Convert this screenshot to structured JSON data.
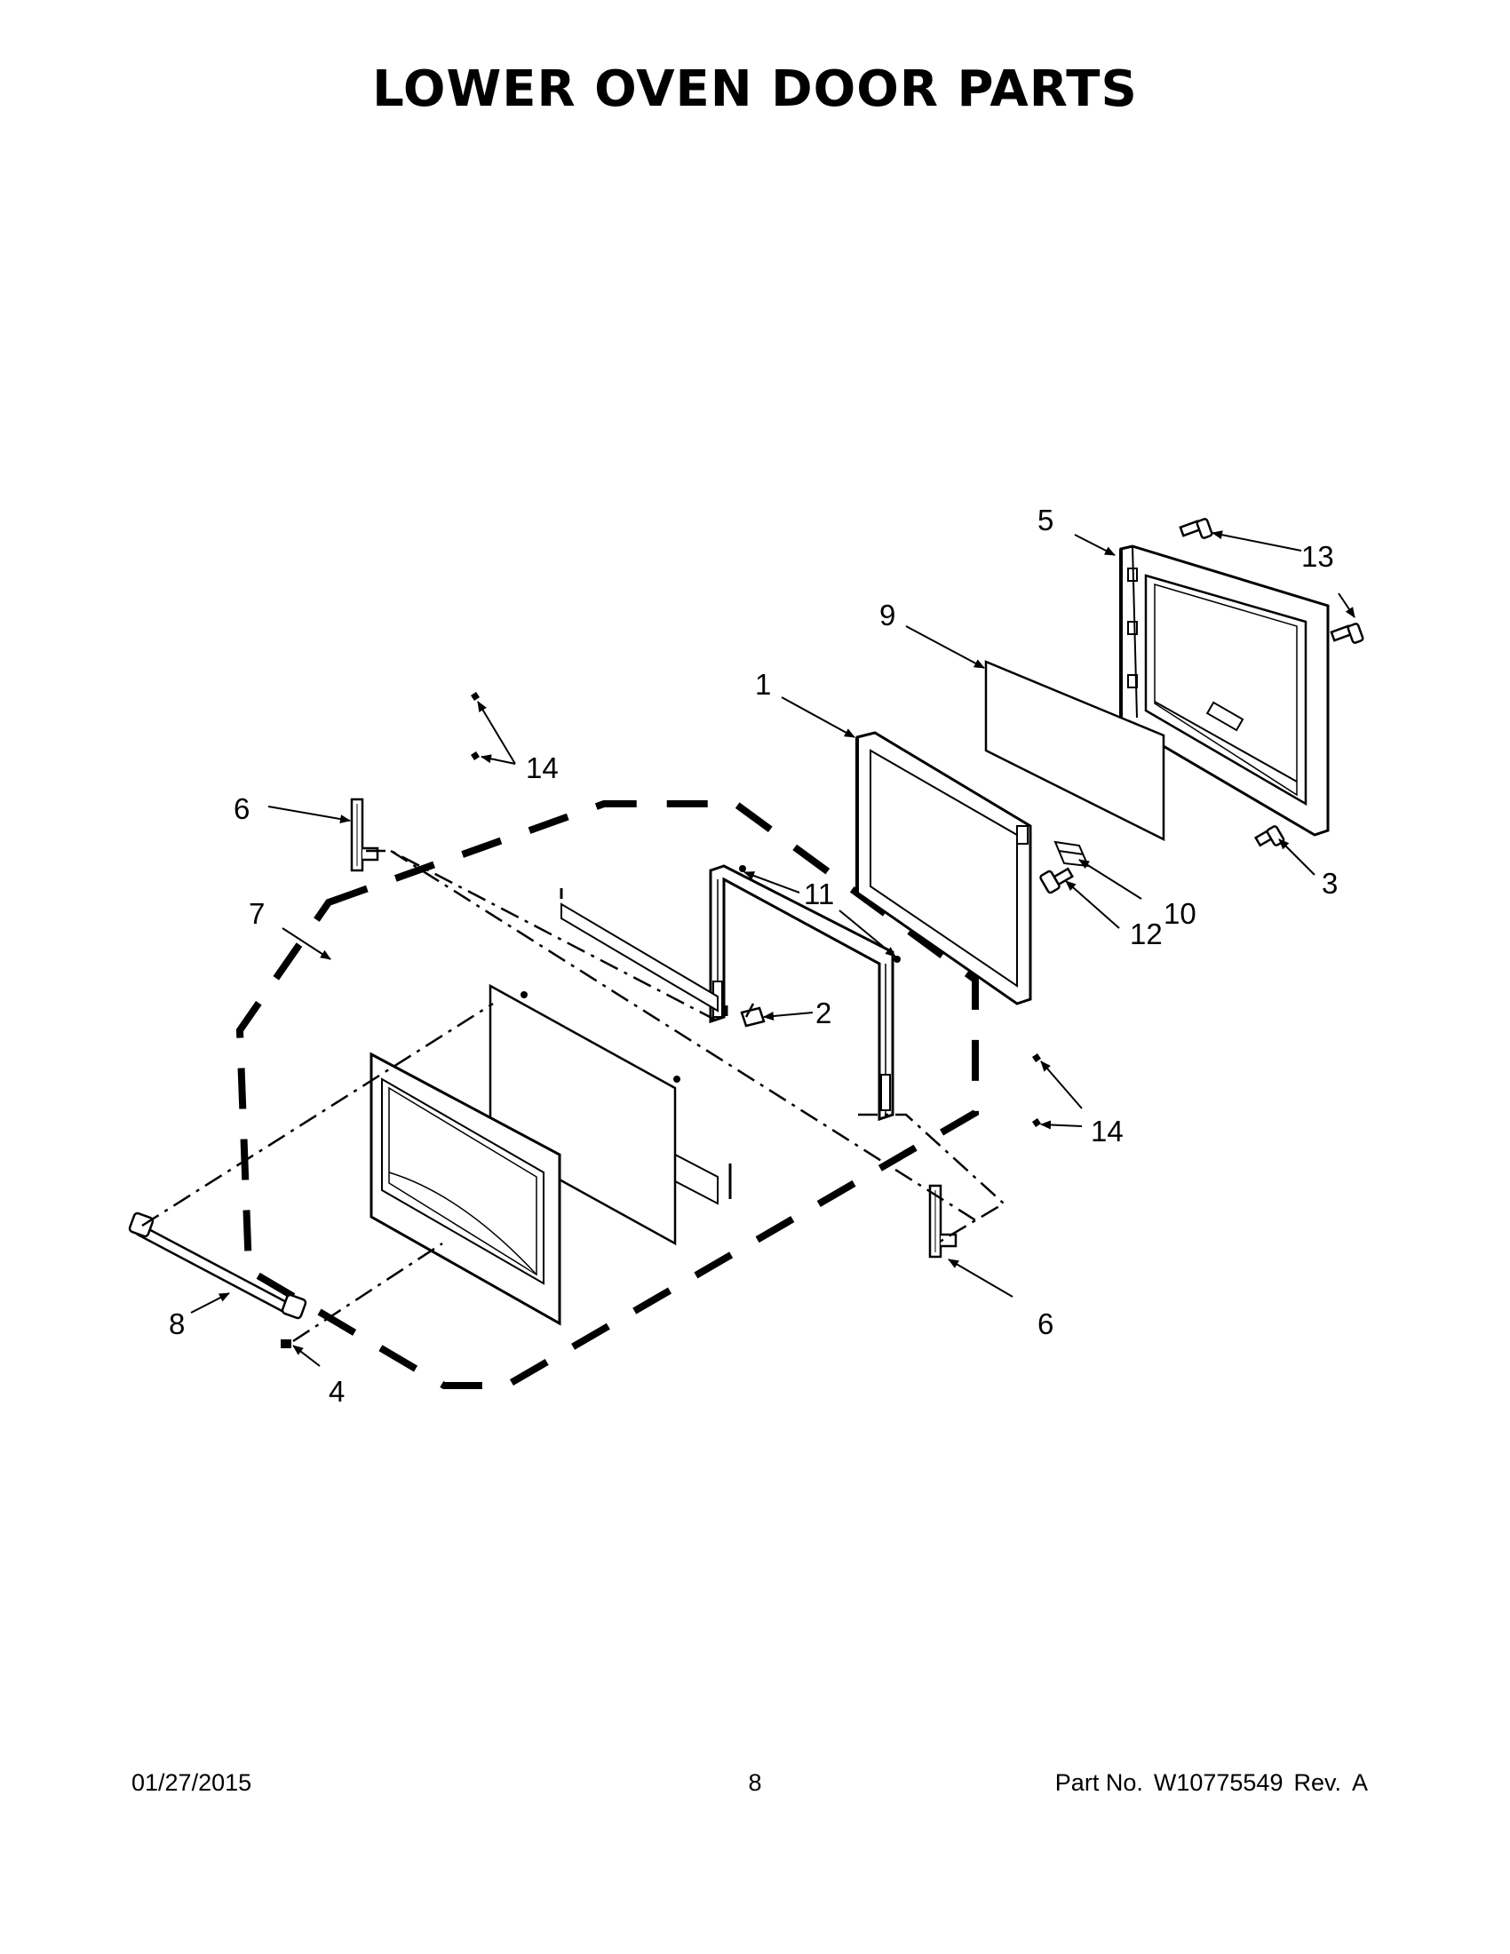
{
  "page": {
    "title": "LOWER OVEN DOOR PARTS"
  },
  "callouts": [
    {
      "id": "c5",
      "label": "5"
    },
    {
      "id": "c13",
      "label": "13"
    },
    {
      "id": "c9",
      "label": "9"
    },
    {
      "id": "c1",
      "label": "1"
    },
    {
      "id": "c14a",
      "label": "14"
    },
    {
      "id": "c6a",
      "label": "6"
    },
    {
      "id": "c11",
      "label": "11"
    },
    {
      "id": "c3",
      "label": "3"
    },
    {
      "id": "c10",
      "label": "10"
    },
    {
      "id": "c12",
      "label": "12"
    },
    {
      "id": "c7",
      "label": "7"
    },
    {
      "id": "c2",
      "label": "2"
    },
    {
      "id": "c14b",
      "label": "14"
    },
    {
      "id": "c8",
      "label": "8"
    },
    {
      "id": "c6b",
      "label": "6"
    },
    {
      "id": "c4",
      "label": "4"
    }
  ],
  "footer": {
    "date": "01/27/2015",
    "page_number": "8",
    "part_label": "Part No.",
    "part_number": "W10775549",
    "rev_label": "Rev.",
    "rev": "A"
  }
}
